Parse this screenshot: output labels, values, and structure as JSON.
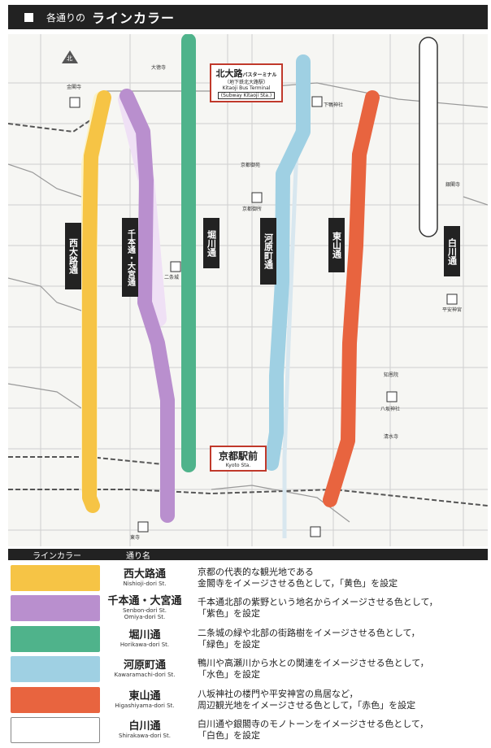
{
  "header": {
    "prefix": "各通りの",
    "title": "ラインカラー"
  },
  "map": {
    "stations": {
      "kitaoji": {
        "jp": "北大路",
        "suffix": "バスターミナル",
        "sub1": "（地下鉄北大路駅）",
        "sub2": "Kitaoji Bus Terminal",
        "sub3": "(Subway Kitaoji Sta.)"
      },
      "kyoto": {
        "jp": "京都駅前",
        "en": "Kyoto Sta."
      }
    },
    "route_labels": [
      "西大路通",
      "千本通・大宮通",
      "堀川通",
      "河原町通",
      "東山通",
      "白川通"
    ],
    "places": [
      "金閣寺",
      "大徳寺",
      "下鴨神社",
      "銀閣寺",
      "京都御所",
      "二条城",
      "八坂神社",
      "清水寺",
      "平安神宮",
      "東寺",
      "京都御苑",
      "知恩院"
    ],
    "compass": "北",
    "colors": {
      "nishioji": "#f6c445",
      "senbon": "#b98fce",
      "horikawa": "#4fb38b",
      "kawaramachi": "#9fd0e3",
      "higashiyama": "#e8643f",
      "shirakawa": "#ffffff"
    }
  },
  "legend": {
    "header_color": "ラインカラー",
    "header_name": "通り名",
    "rows": [
      {
        "jp": "西大路通",
        "en": "Nishioji-dori St.",
        "desc1": "京都の代表的な観光地である",
        "desc2": "金閣寺をイメージさせる色として，「黄色」を設定",
        "color": "#f6c445"
      },
      {
        "jp": "千本通・大宮通",
        "en": "Senbon-dori St.",
        "en2": "Omiya-dori St.",
        "desc1": "千本通北部の紫野という地名からイメージさせる色として，",
        "desc2": "「紫色」を設定",
        "color": "#b98fce"
      },
      {
        "jp": "堀川通",
        "en": "Horikawa-dori St.",
        "desc1": "二条城の緑や北部の街路樹をイメージさせる色として，",
        "desc2": "「緑色」を設定",
        "color": "#4fb38b"
      },
      {
        "jp": "河原町通",
        "en": "Kawaramachi-dori St.",
        "desc1": "鴨川や高瀬川から水との関連をイメージさせる色として，",
        "desc2": "「水色」を設定",
        "color": "#9fd0e3"
      },
      {
        "jp": "東山通",
        "en": "Higashiyama-dori St.",
        "desc1": "八坂神社の楼門や平安神宮の鳥居など，",
        "desc2": "周辺観光地をイメージさせる色として，「赤色」を設定",
        "color": "#e8643f"
      },
      {
        "jp": "白川通",
        "en": "Shirakawa-dori St.",
        "desc1": "白川通や銀閣寺のモノトーンをイメージさせる色として，",
        "desc2": "「白色」を設定",
        "color": "#ffffff"
      }
    ]
  }
}
